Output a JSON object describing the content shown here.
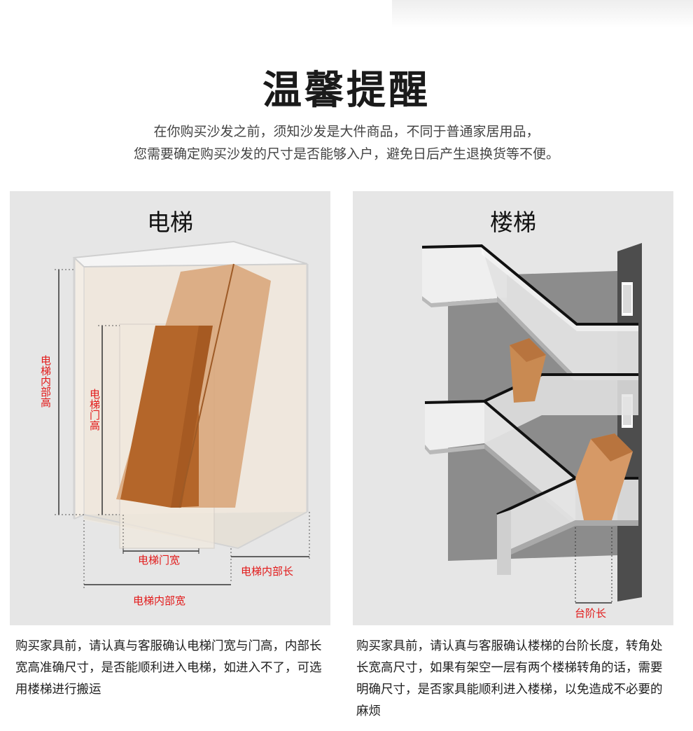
{
  "header": {
    "title": "温馨提醒",
    "intro_line1": "在你购买沙发之前，须知沙发是大件商品，不同于普通家居用品，",
    "intro_line2": "您需要确定购买沙发的尺寸是否能够入户，避免日后产生退换货等不便。"
  },
  "elevator": {
    "title": "电梯",
    "label_inner_height": "电梯内部高",
    "label_door_height": "电梯门高",
    "label_door_width": "电梯门宽",
    "label_inner_length": "电梯内部长",
    "label_inner_width": "电梯内部宽",
    "caption": "购买家具前，请认真与客服确认电梯门宽与门高，内部长宽高准确尺寸，是否能顺利进入电梯，如进入不了，可选用楼梯进行搬运"
  },
  "stairs": {
    "title": "楼梯",
    "label_step_length": "台阶长",
    "caption": "购买家具前，请认真与客服确认楼梯的台阶长度，转角处长宽高尺寸，如果有架空一层有两个楼梯转角的话，需要明确尺寸，是否家具能顺利进入楼梯，以免造成不必要的麻烦"
  },
  "colors": {
    "label_red": "#e21a1a",
    "sofa_dark": "#b4662a",
    "sofa_light": "#d9a77c",
    "panel_bg": "#e6e6e6"
  }
}
